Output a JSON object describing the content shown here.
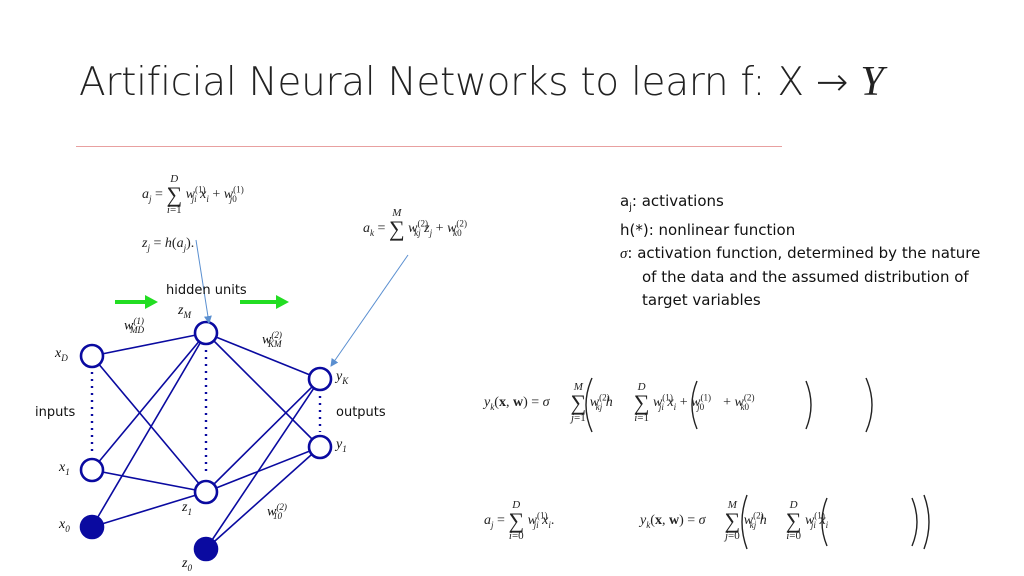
{
  "slide": {
    "title_prefix": "Artificial Neural Networks to learn f: X → ",
    "title_symbol": "Y"
  },
  "notes": {
    "line1": "a",
    "line1_sub": "j",
    "line1_rest": ": activations",
    "line2": "h(*): nonlinear function",
    "line3_symbol": "σ",
    "line3_rest": ": activation function, determined by the nature",
    "line4": "of the data and the assumed distribution of",
    "line5": "target variables"
  },
  "diagram": {
    "hidden_units_label": "hidden units",
    "inputs_label": "inputs",
    "outputs_label": "outputs",
    "node_xD": "x",
    "node_xD_sub": "D",
    "node_x1": "x",
    "node_x1_sub": "1",
    "node_x0": "x",
    "node_x0_sub": "0",
    "node_zM": "z",
    "node_zM_sub": "M",
    "node_z1": "z",
    "node_z1_sub": "1",
    "node_z0": "z",
    "node_z0_sub": "0",
    "node_yK": "y",
    "node_yK_sub": "K",
    "node_y1": "y",
    "node_y1_sub": "1",
    "weight_MD": "w",
    "weight_MD_sup": "(1)",
    "weight_MD_sub": "MD",
    "weight_KM": "w",
    "weight_KM_sup": "(2)",
    "weight_KM_sub": "KM",
    "weight_10": "w",
    "weight_10_sup": "(2)",
    "weight_10_sub": "10",
    "arrow_color": "#22dd22",
    "network_color": "#0a0aa0",
    "pointer_color": "#5a8fd0"
  },
  "equations": {
    "aj": "a_j = ∑_{i=1}^{D} w_{ji}^{(1)} x_i + w_{j0}^{(1)}",
    "zj": "z_j = h(a_j)",
    "ak": "a_k = ∑^{M} w_{kj}^{(2)} z_j + w_{k0}^{(2)}",
    "yk_full": "y_k(x, w) = σ(∑_{j=1}^{M} w_{kj}^{(2)} h(∑_{i=1}^{D} w_{ji}^{(1)} x_i + w_{j0}^{(1)}) + w_{k0}^{(2)})",
    "aj_compact": "a_j = ∑_{i=0}^{D} w_{ji}^{(1)} x_i.",
    "yk_compact": "y_k(x, w) = σ(∑_{j=0}^{M} w_{kj}^{(2)} h(∑_{i=0}^{D} w_{ji}^{(1)} x_i))"
  }
}
